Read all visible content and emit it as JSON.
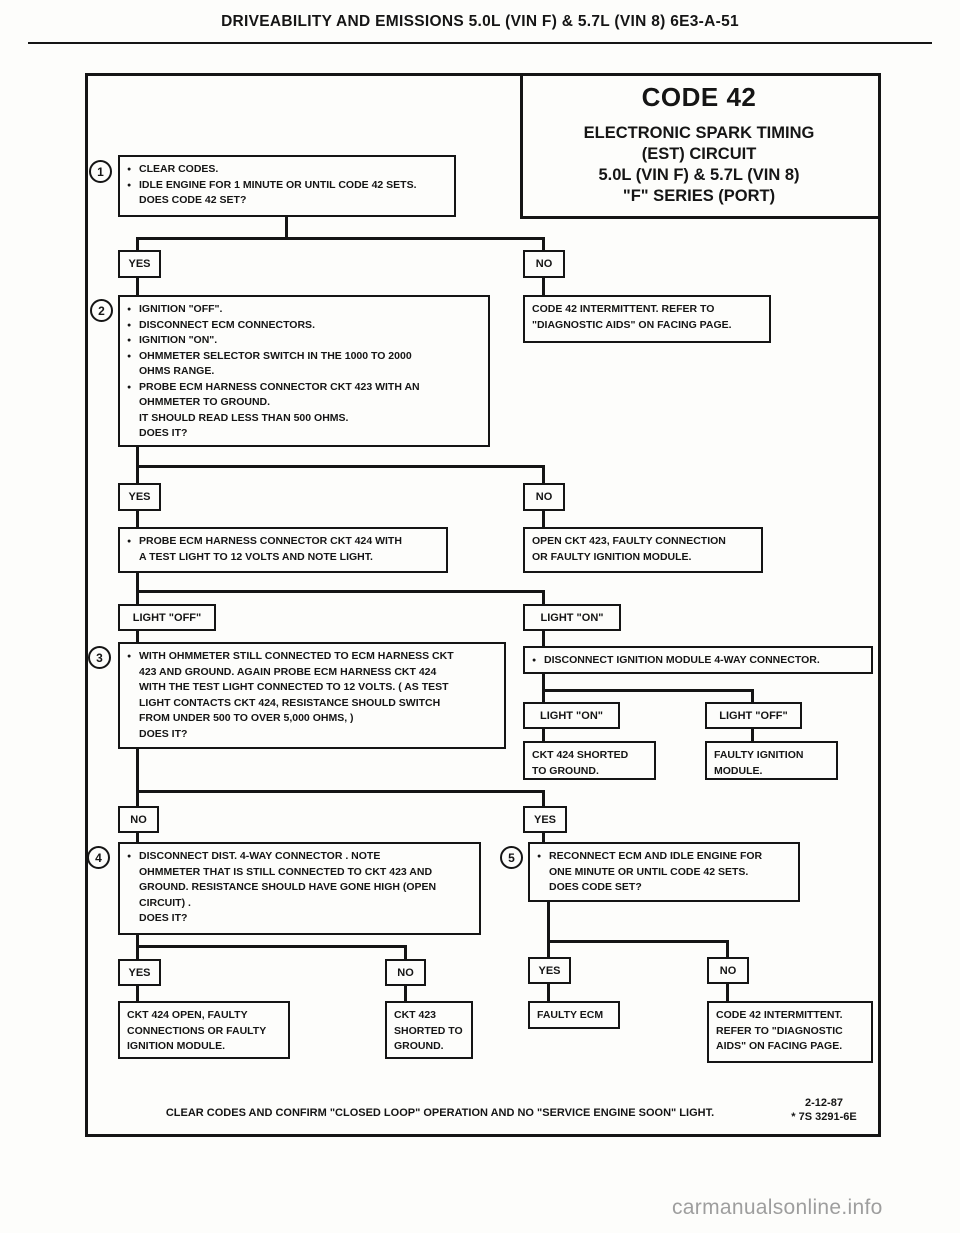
{
  "page": {
    "header": "DRIVEABILITY AND EMISSIONS 5.0L (VIN F) & 5.7L (VIN 8) 6E3-A-51",
    "footer_note": "CLEAR CODES AND CONFIRM \"CLOSED LOOP\" OPERATION AND NO \"SERVICE ENGINE SOON\" LIGHT.",
    "footer_date": "2-12-87",
    "footer_doc_number": "* 7S 3291-6E",
    "watermark": "carmanualsonline.info"
  },
  "title_block": {
    "code": "CODE 42",
    "subtitle_1": "ELECTRONIC SPARK TIMING",
    "subtitle_2": "(EST) CIRCUIT",
    "subtitle_3": "5.0L (VIN F) & 5.7L (VIN 8)",
    "subtitle_4": "\"F\" SERIES (PORT)"
  },
  "labels": {
    "yes": "YES",
    "no": "NO",
    "light_on": "LIGHT \"ON\"",
    "light_off": "LIGHT \"OFF\""
  },
  "steps": {
    "n1": "1",
    "n2": "2",
    "n3": "3",
    "n4": "4",
    "n5": "5"
  },
  "flow": {
    "step1": {
      "lines": [
        "CLEAR CODES.",
        "IDLE ENGINE FOR 1 MINUTE OR UNTIL CODE 42 SETS.",
        "DOES CODE 42 SET?"
      ]
    },
    "intermittent_top": {
      "lines": [
        "CODE 42 INTERMITTENT. REFER TO",
        "\"DIAGNOSTIC AIDS\" ON FACING PAGE."
      ]
    },
    "step2": {
      "lines": [
        "IGNITION \"OFF\".",
        "DISCONNECT ECM CONNECTORS.",
        "IGNITION \"ON\".",
        "OHMMETER SELECTOR SWITCH IN THE 1000 TO 2000",
        "OHMS RANGE.",
        "PROBE ECM HARNESS CONNECTOR CKT 423 WITH AN",
        "OHMMETER TO GROUND.",
        "IT SHOULD READ LESS THAN 500 OHMS.",
        "DOES IT?"
      ]
    },
    "probe_ckt424": {
      "lines": [
        "PROBE ECM HARNESS CONNECTOR CKT 424 WITH",
        "A TEST LIGHT TO 12 VOLTS AND NOTE LIGHT."
      ]
    },
    "open_ckt423": {
      "lines": [
        "OPEN CKT 423, FAULTY CONNECTION",
        "OR FAULTY IGNITION MODULE."
      ]
    },
    "step3": {
      "lines": [
        "WITH OHMMETER STILL CONNECTED TO ECM HARNESS CKT",
        "423 AND GROUND. AGAIN PROBE ECM HARNESS CKT 424",
        "WITH THE TEST LIGHT CONNECTED TO 12 VOLTS. ( AS TEST",
        "LIGHT CONTACTS CKT 424, RESISTANCE SHOULD SWITCH",
        "FROM UNDER 500 TO OVER 5,000 OHMS, )",
        "DOES IT?"
      ]
    },
    "disconnect_ignition_module": {
      "lines": [
        "DISCONNECT IGNITION MODULE 4-WAY CONNECTOR."
      ]
    },
    "ckt424_shorted": {
      "lines": [
        "CKT 424 SHORTED",
        "TO GROUND."
      ]
    },
    "faulty_ignition_module": {
      "lines": [
        "FAULTY IGNITION",
        "MODULE."
      ]
    },
    "step4": {
      "lines": [
        "DISCONNECT DIST. 4-WAY CONNECTOR . NOTE",
        "OHMMETER THAT IS STILL CONNECTED TO CKT 423 AND",
        "GROUND. RESISTANCE SHOULD HAVE GONE HIGH (OPEN",
        "CIRCUIT) .",
        "DOES IT?"
      ]
    },
    "step5": {
      "lines": [
        "RECONNECT ECM AND IDLE ENGINE FOR",
        "ONE MINUTE OR UNTIL CODE 42 SETS.",
        "DOES CODE SET?"
      ]
    },
    "ckt424_open": {
      "lines": [
        "CKT 424 OPEN, FAULTY",
        "CONNECTIONS OR FAULTY",
        "IGNITION MODULE."
      ]
    },
    "ckt423_shorted": {
      "lines": [
        "CKT 423",
        "SHORTED TO",
        "GROUND."
      ]
    },
    "faulty_ecm": {
      "lines": [
        "FAULTY ECM"
      ]
    },
    "intermittent_bottom": {
      "lines": [
        "CODE 42 INTERMITTENT.",
        "REFER TO \"DIAGNOSTIC",
        "AIDS\" ON FACING PAGE."
      ]
    }
  }
}
